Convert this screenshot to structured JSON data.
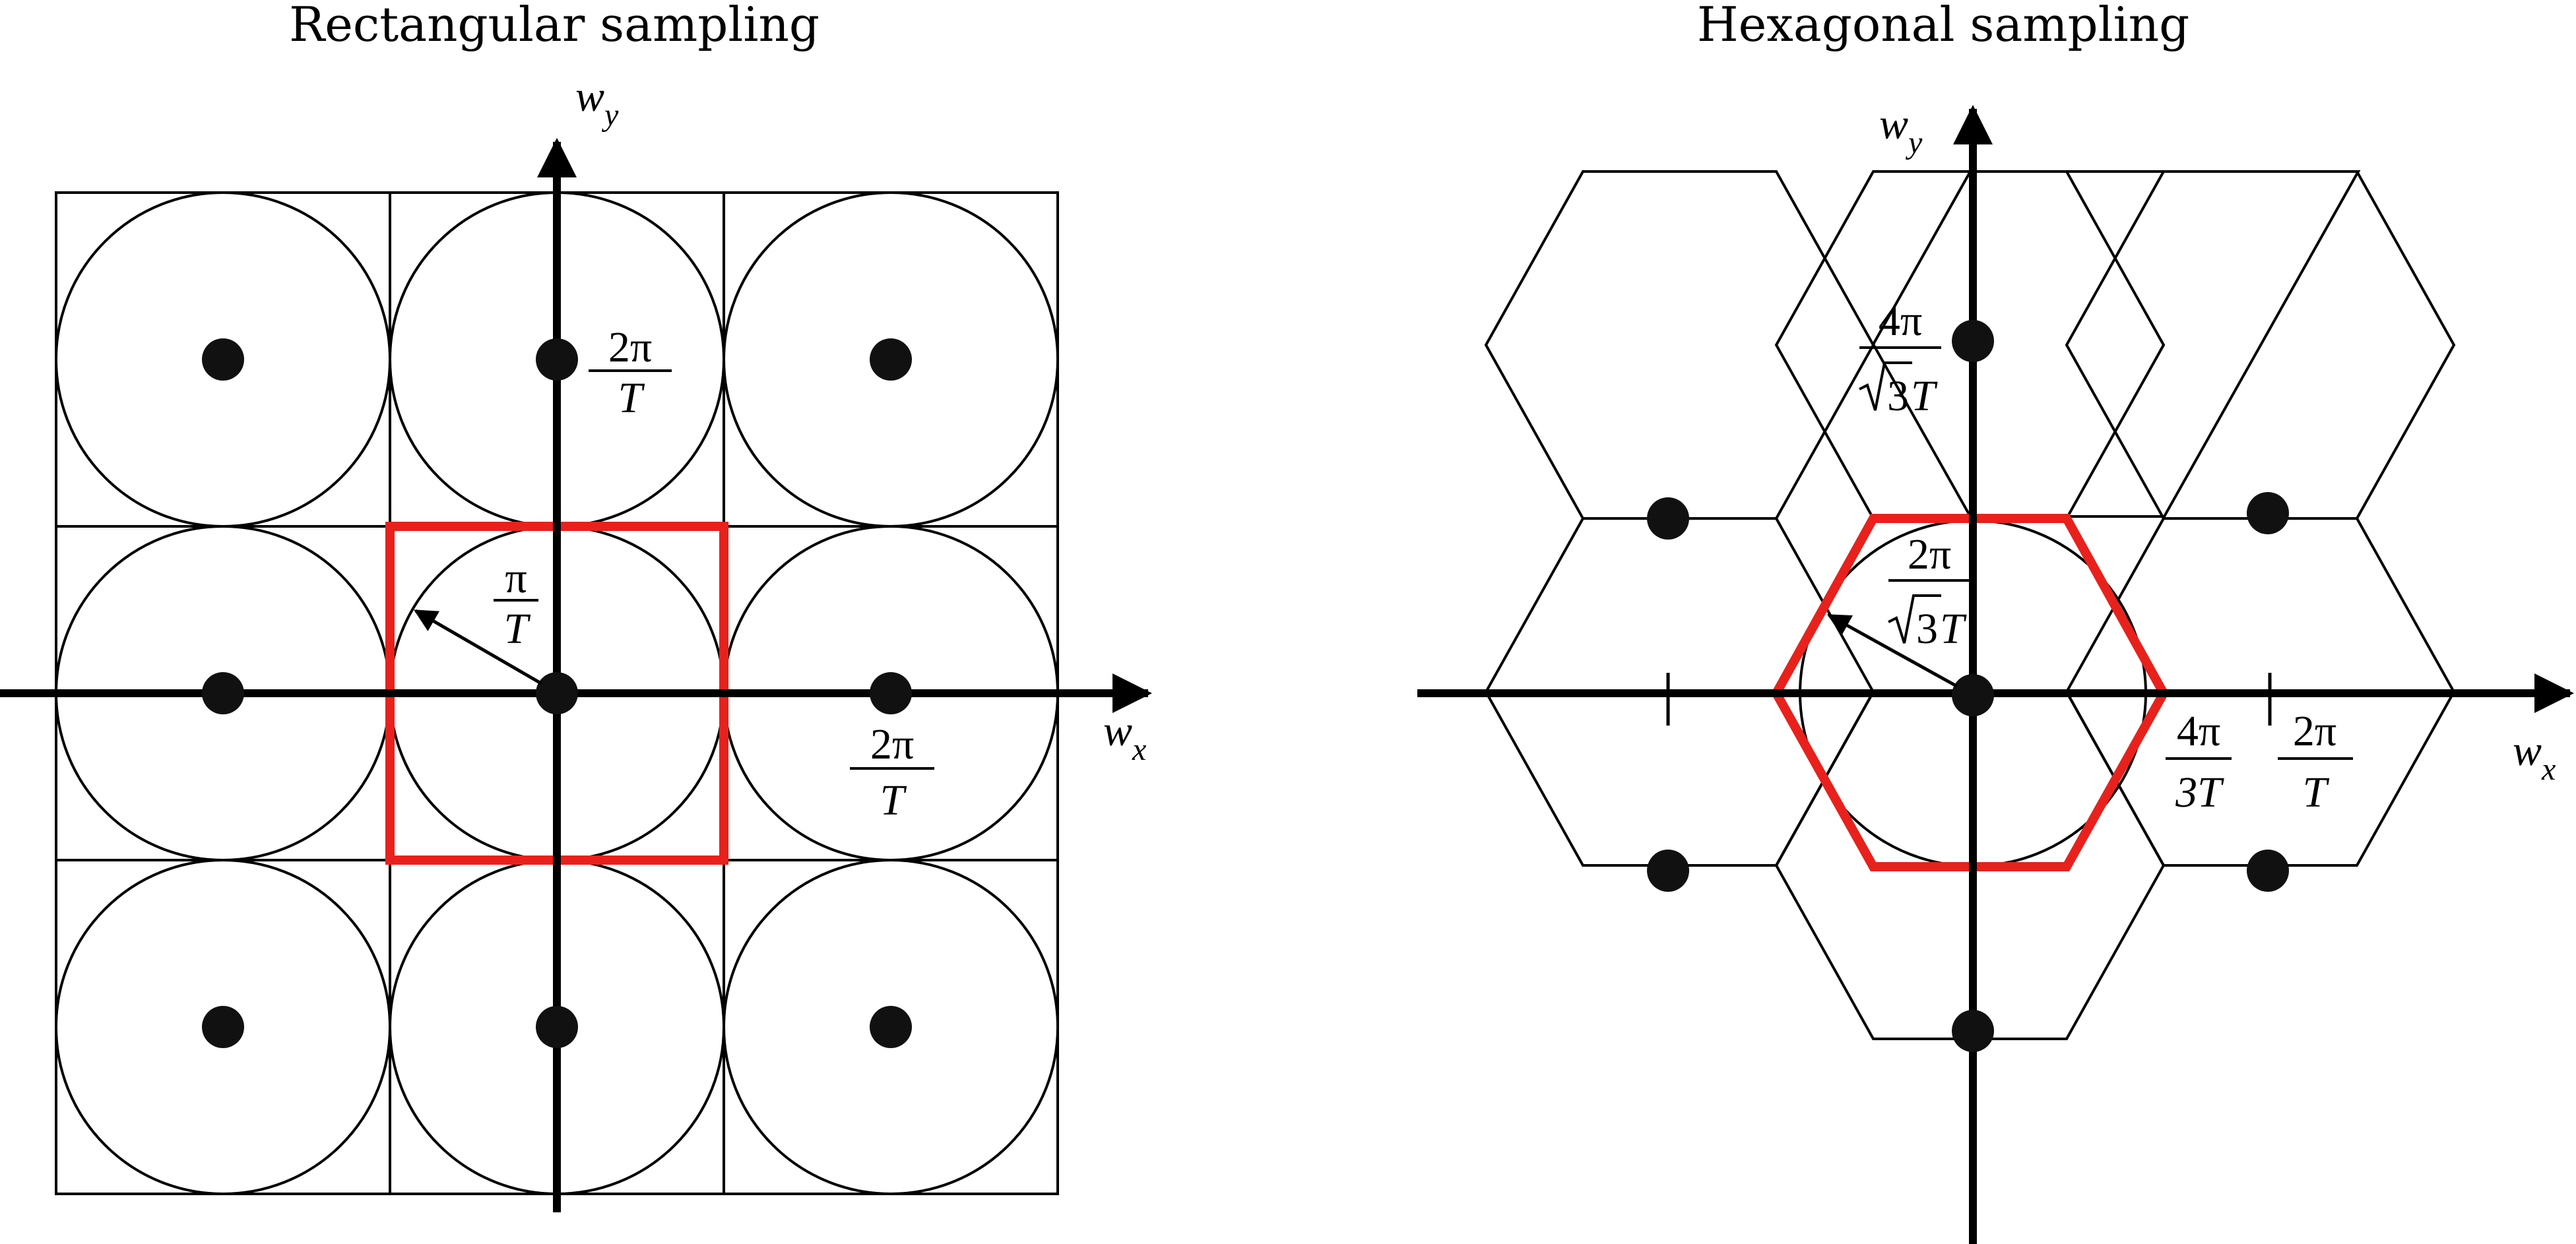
{
  "colors": {
    "line": "#000000",
    "highlight": "#e8211c",
    "dot": "#111111",
    "background": "#ffffff"
  },
  "rect": {
    "title": "Rectangular sampling",
    "axis_x": {
      "base": "w",
      "sub": "x"
    },
    "axis_y": {
      "base": "w",
      "sub": "y"
    },
    "radius_label": {
      "num": "π",
      "den": "T"
    },
    "spacing_y_label": {
      "num": "2π",
      "den": "T"
    },
    "spacing_x_label": {
      "num": "2π",
      "den": "T"
    }
  },
  "hex": {
    "title": "Hexagonal sampling",
    "axis_x": {
      "base": "w",
      "sub": "x"
    },
    "axis_y": {
      "base": "w",
      "sub": "y"
    },
    "spacing_y_label": {
      "num": "4π",
      "den_root": "3",
      "den_var": "T"
    },
    "radius_label": {
      "num": "2π",
      "den_root": "3",
      "den_var": "T"
    },
    "tick1_label": {
      "num": "4π",
      "den": "3T"
    },
    "tick2_label": {
      "num": "2π",
      "den": "T"
    }
  }
}
